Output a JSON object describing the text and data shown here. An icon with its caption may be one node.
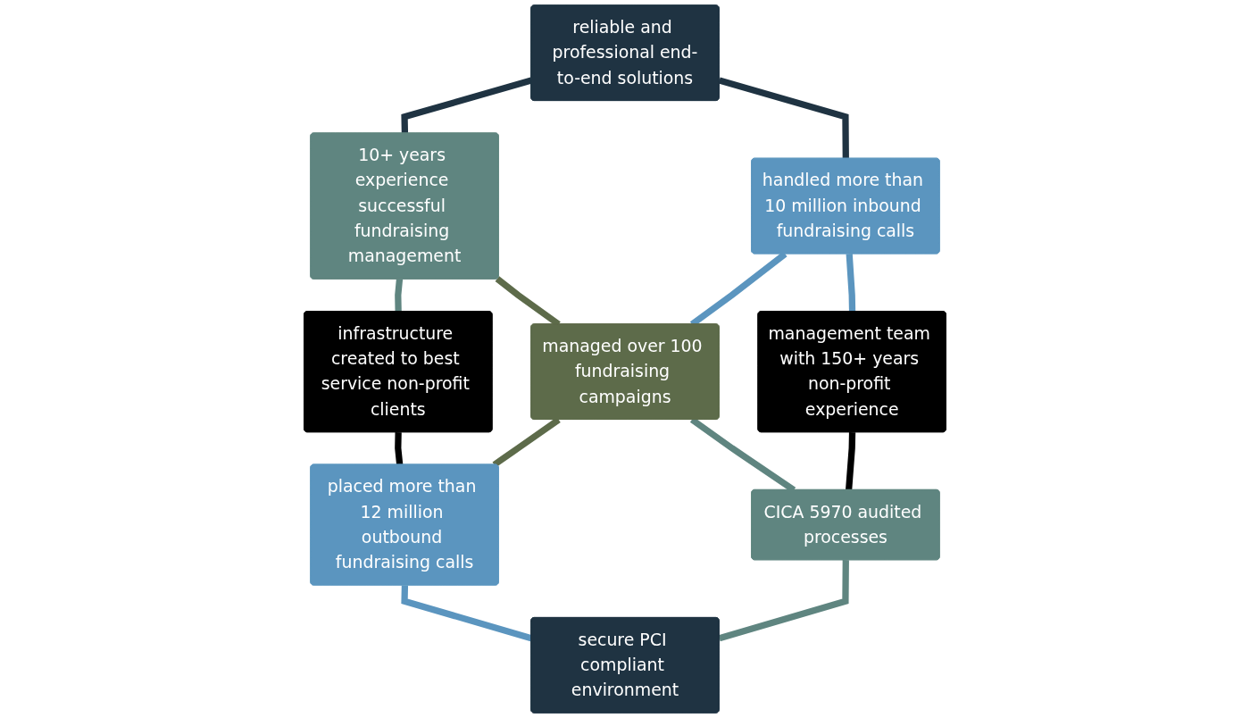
{
  "diagram": {
    "nodes": [
      {
        "text": [
          "reliable and professional end-to-end solutions"
        ]
      },
      {
        "text": [
          "10+ years experience successful fundraising management"
        ]
      },
      {
        "text": [
          "infrastructure created to best service non-profit clients"
        ]
      },
      {
        "text": [
          "handled more than 10 million inbound fundraising calls"
        ]
      },
      {
        "text": [
          "managed over 100 fundraising campaigns"
        ]
      },
      {
        "text": [
          "placed more than 12 million outbound fundraising calls"
        ]
      },
      {
        "text": [
          "management team with 150+ years non-profit experience"
        ]
      },
      {
        "text": [
          "CICA 5970 audited processes"
        ]
      },
      {
        "text": [
          "secure PCI compliant environment"
        ]
      }
    ],
    "edges": [
      {
        "from": 0,
        "to": 1,
        "arrow": "none",
        "color": "#1f3342"
      },
      {
        "from": 1,
        "to": 2,
        "arrow": "none",
        "color": "#5f8580"
      },
      {
        "from": 0,
        "to": 3,
        "arrow": "none",
        "color": "#1f3342"
      },
      {
        "from": 1,
        "to": 4,
        "arrow": "none",
        "color": "#5d6b4a"
      },
      {
        "from": 2,
        "to": 5,
        "arrow": "none",
        "color": "#000000"
      },
      {
        "from": 3,
        "to": 4,
        "arrow": "none",
        "color": "#5b95bf"
      },
      {
        "from": 4,
        "to": 5,
        "arrow": "none",
        "color": "#5d6b4a"
      },
      {
        "from": 3,
        "to": 6,
        "arrow": "none",
        "color": "#5b95bf"
      },
      {
        "from": 4,
        "to": 7,
        "arrow": "none",
        "color": "#5f8580"
      },
      {
        "from": 5,
        "to": 8,
        "arrow": "none",
        "color": "#5b95bf"
      },
      {
        "from": 6,
        "to": 7,
        "arrow": "none",
        "color": "#000000"
      },
      {
        "from": 7,
        "to": 8,
        "arrow": "none",
        "color": "#5f8580"
      }
    ]
  }
}
